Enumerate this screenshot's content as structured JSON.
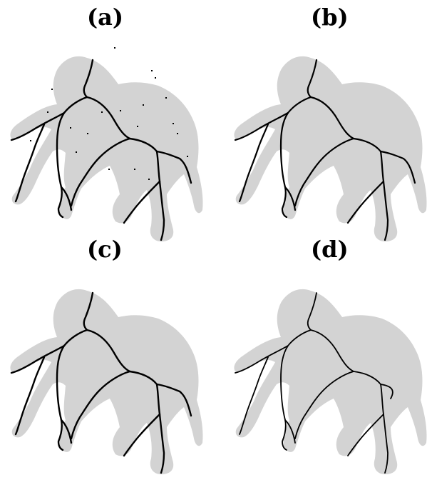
{
  "panels": [
    {
      "label": "(a)"
    },
    {
      "label": "(b)"
    },
    {
      "label": "(c)"
    },
    {
      "label": "(d)"
    }
  ],
  "colors": {
    "silhouette": "#d3d3d3",
    "skeleton": "#000000",
    "background": "#ffffff"
  }
}
